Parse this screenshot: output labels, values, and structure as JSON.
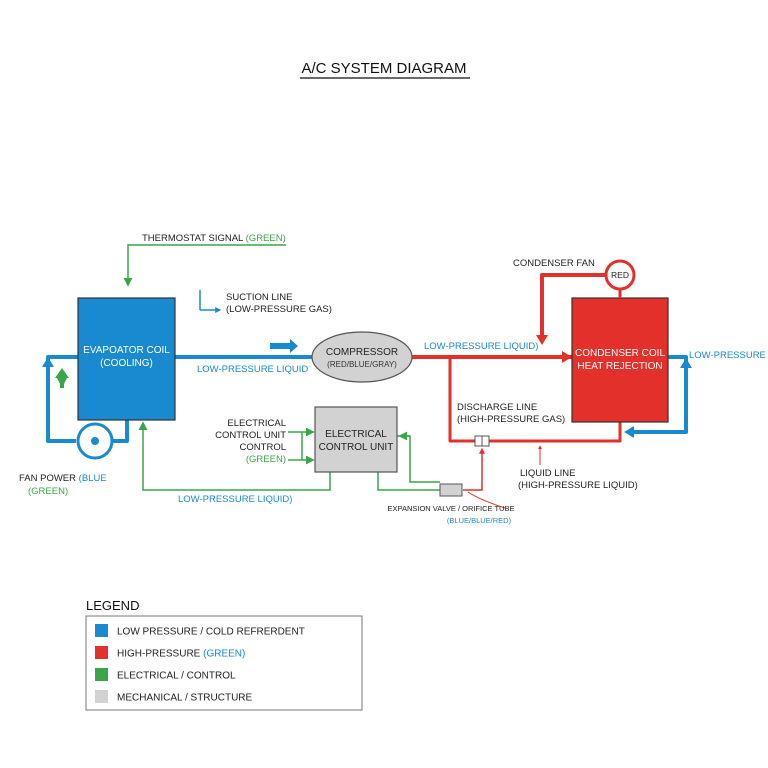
{
  "title": "A/C SYSTEM DIAGRAM",
  "colors": {
    "blue": "#1a8ad0",
    "red": "#e3302a",
    "green": "#3aa64a",
    "gray": "#d2d2d2",
    "border": "#555555"
  },
  "components": {
    "evaporator": {
      "line1": "EVAPOATOR COIL",
      "line2": "(COOLING)"
    },
    "compressor": {
      "line1": "COMPRESSOR",
      "line2": "(RED/BLUE/GRAY)"
    },
    "condenser": {
      "line1": "CONDENSER COIL",
      "line2": "HEAT REJECTION"
    },
    "control_unit": {
      "line1": "ELECTRICAL",
      "line2": "CONTROL UNIT"
    },
    "condenser_fan_badge": "RED"
  },
  "labels": {
    "thermostat_signal": "THERMOSTAT SIGNAL",
    "thermostat_signal_color": "(GREEN)",
    "suction_line": "SUCTION LINE",
    "suction_line_sub": "(LOW-PRESSURE GAS)",
    "low_pressure_liquid_evap": "LOW-PRESSURE LIQUID",
    "low_pressure_liquid_top": "LOW-PRESSURE LIQUID)",
    "condenser_fan": "CONDENSER FAN",
    "low_pressure_right": "LOW-PRESSURE",
    "discharge_line": "DISCHARGE LINE",
    "discharge_line_sub": "(HIGH-PRESSURE GAS)",
    "liquid_line": "LIQUID LINE",
    "liquid_line_sub": "(HIGH-PRESSURE LIQUID)",
    "ecu_control_1": "ELECTRICAL",
    "ecu_control_2": "CONTROL UNIT",
    "ecu_control_3": "CONTROL",
    "ecu_control_4": "(GREEN)",
    "fan_power": "FAN POWER",
    "fan_power_blue": "(BLUE",
    "fan_power_green": "(GREEN)",
    "low_pressure_liquid_bottom": "LOW-PRESSURE LIQUID)",
    "expansion_valve": "EXPANSION VALVE / ORIFICE TUBE",
    "expansion_valve_sub": "(BLUE/BLUE/RED)"
  },
  "legend": {
    "title": "LEGEND",
    "items": [
      {
        "label": "LOW PRESSURE / COLD REFRERDENT",
        "color": "#1a8ad0"
      },
      {
        "label": "HIGH-PRESSURE",
        "label_suffix": "(GREEN)",
        "color": "#e3302a"
      },
      {
        "label": "ELECTRICAL / CONTROL",
        "color": "#3aa64a"
      },
      {
        "label": "MECHANICAL / STRUCTURE",
        "color": "#d2d2d2"
      }
    ]
  }
}
